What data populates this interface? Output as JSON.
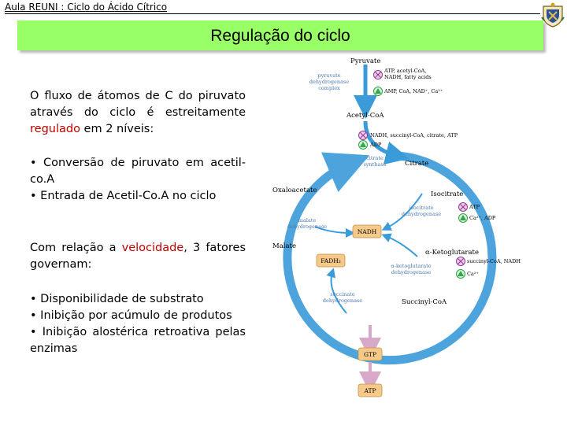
{
  "header": {
    "top_title": "Aula REUNI : Ciclo do Ácido Cítrico",
    "slide_title": "Regulação do ciclo"
  },
  "intro": {
    "part1": "O fluxo de átomos de C do piruvato através do ciclo é estreitamente ",
    "emph": "regulado",
    "part2": " em 2 níveis:"
  },
  "levels": [
    "• Conversão de piruvato em acetil-co.A",
    "• Entrada de Acetil-Co.A no ciclo"
  ],
  "velocity": {
    "part1": "Com relação a ",
    "emph": "velocidade",
    "part2": ", 3 fatores governam:"
  },
  "factors": [
    "• Disponibilidade de substrato",
    "• Inibição por acúmulo de produtos",
    "• Inibição alostérica retroativa pelas enzimas"
  ],
  "colors": {
    "banner": "#99ff66",
    "emphasis": "#c00000",
    "cycle_arrow": "#3a9bd9",
    "enzyme_text": "#4a7ab0",
    "inhibitor": "#9c3a9c",
    "activator": "#2fa84a",
    "box": "#f5c98a"
  },
  "diagram": {
    "metabolites": {
      "pyruvate": "Pyruvate",
      "acetylcoa": "Acetyl-CoA",
      "citrate": "Citrate",
      "isocitrate": "Isocitrate",
      "akg": "α-Ketoglutarate",
      "succinylcoa": "Succinyl-CoA",
      "malate": "Malate",
      "oxaloacetate": "Oxaloacetate"
    },
    "enzymes": {
      "pdh1": "pyruvate",
      "pdh2": "dehydrogenase",
      "pdh3": "complex",
      "cs1": "citrate",
      "cs2": "synthase",
      "idh1": "isocitrate",
      "idh2": "dehydrogenase",
      "akgdh1": "α-ketoglutarate",
      "akgdh2": "dehydrogenase",
      "sdh1": "succinate",
      "sdh2": "dehydrogenase",
      "mdh1": "malate",
      "mdh2": "dehydrogenase"
    },
    "effectors": {
      "pdh_inh1": "ATP, acetyl-CoA,",
      "pdh_inh2": "NADH, fatty acids",
      "pdh_act": "AMP, CoA, NAD⁺, Ca²⁺",
      "cs_inh": "NADH, succinyl-CoA, citrate, ATP",
      "cs_act": "ADP",
      "idh_inh": "ATP",
      "idh_act": "Ca²⁺, ADP",
      "akg_inh": "succinyl-CoA, NADH",
      "akg_act": "Ca²⁺"
    },
    "boxes": {
      "nadh": "NADH",
      "fadh2": "FADH₂",
      "gtp": "GTP",
      "atp": "ATP"
    }
  }
}
